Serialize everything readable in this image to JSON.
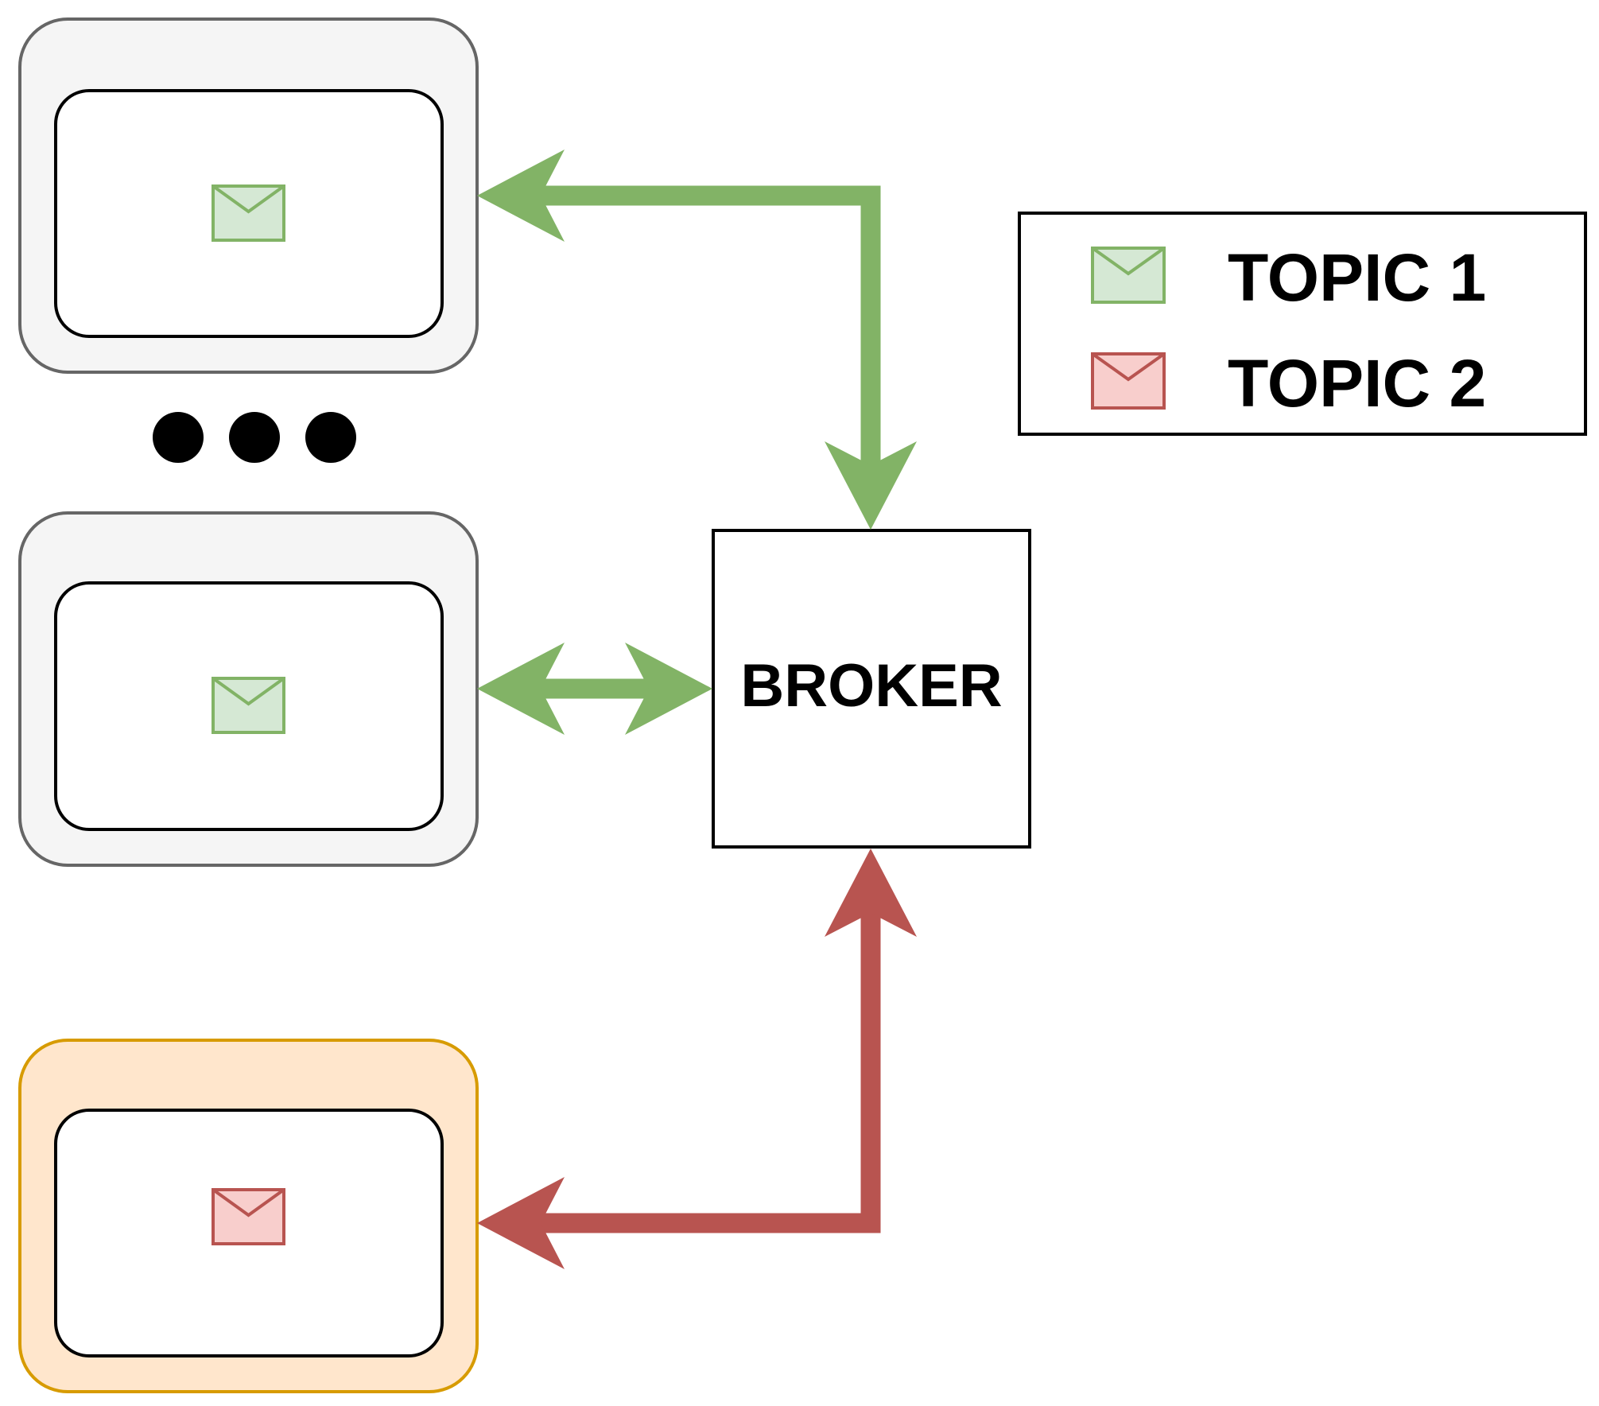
{
  "broker": {
    "label": "BROKER"
  },
  "legend": {
    "items": [
      {
        "label": "TOPIC 1",
        "topic": "topic1"
      },
      {
        "label": "TOPIC 2",
        "topic": "topic2"
      }
    ]
  },
  "nodes": [
    {
      "id": "client-1",
      "topic": "topic1",
      "style": "gray"
    },
    {
      "id": "client-2",
      "topic": "topic1",
      "style": "gray"
    },
    {
      "id": "client-3",
      "topic": "topic2",
      "style": "orange"
    }
  ],
  "ellipsis": {
    "dots": 3
  },
  "colors": {
    "topic1_stroke": "#82b366",
    "topic1_fill": "#d5e8d4",
    "topic2_stroke": "#b85450",
    "topic2_fill": "#f8cecc",
    "gray_container_fill": "#f5f5f5",
    "gray_container_stroke": "#666666",
    "orange_container_fill": "#ffe6cc",
    "orange_container_stroke": "#d79b00"
  },
  "icons": {
    "message": "envelope-icon"
  }
}
